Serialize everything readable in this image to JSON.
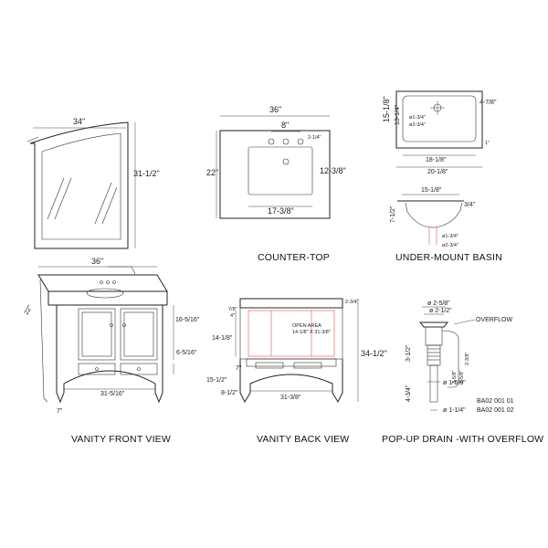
{
  "captions": {
    "counter_top": "COUNTER-TOP",
    "under_mount_basin": "UNDER-MOUNT BASIN",
    "vanity_front_view": "VANITY FRONT VIEW",
    "vanity_back_view": "VANITY BACK VIEW",
    "popup_drain": "POP-UP DRAIN -WITH OVERFLOW"
  },
  "mirror": {
    "width": "34\"",
    "height": "31-1/2\""
  },
  "counter_top": {
    "width": "36\"",
    "spread": "8\"",
    "hole_offset": "2-1/4\"",
    "depth": "22\"",
    "bowl_depth": "12-3/8\"",
    "bowl_width": "17-3/8\""
  },
  "basin_top": {
    "outer_depth": "15-1/8\"",
    "inner_depth": "13-1/4\"",
    "offset": "4-7/8\"",
    "hole1": "ø1-3/4\"",
    "hole2": "ø2-3/4\"",
    "inner_width": "18-1/8\"",
    "outer_width": "20-1/8\"",
    "edge": "1\""
  },
  "basin_side": {
    "width": "15-1/8\"",
    "lip": "3/4\"",
    "height": "7-1/2\"",
    "drain1": "ø1-3/4\"",
    "drain2": "ø2-3/4\""
  },
  "front": {
    "width": "36\"",
    "depth": "22\"",
    "door_height": "16-5/16\"",
    "drawer_height": "6-5/16\"",
    "base_width": "31-5/16\"",
    "toe": "7\""
  },
  "back": {
    "top_edge": "2-3/4\"",
    "a": "7/8\"",
    "b": "4\"",
    "open_area_title": "OPEN AREA",
    "open_area_size": "14-1/8\" X 31-3/8\"",
    "open_height": "14-1/8\"",
    "total_height": "34-1/2\"",
    "c": "7\"",
    "leg_height": "15-1/2\"",
    "shelf_height": "8-1/2\"",
    "base_width": "31-3/8\""
  },
  "drain": {
    "d1": "ø 2-5/8\"",
    "d2": "ø 2-1/2\"",
    "overflow": "OVERFLOW",
    "h1": "3-1/2\"",
    "h2": "2-3/8\"",
    "h3": "4-3/4\"",
    "h4": "3-5/8\"",
    "h5": "2-5/8\"",
    "d3": "ø 1-5/8\"",
    "d4": "ø 1-1/4\"",
    "code1": "BA02 001 01",
    "code2": "BA02 001 02"
  }
}
